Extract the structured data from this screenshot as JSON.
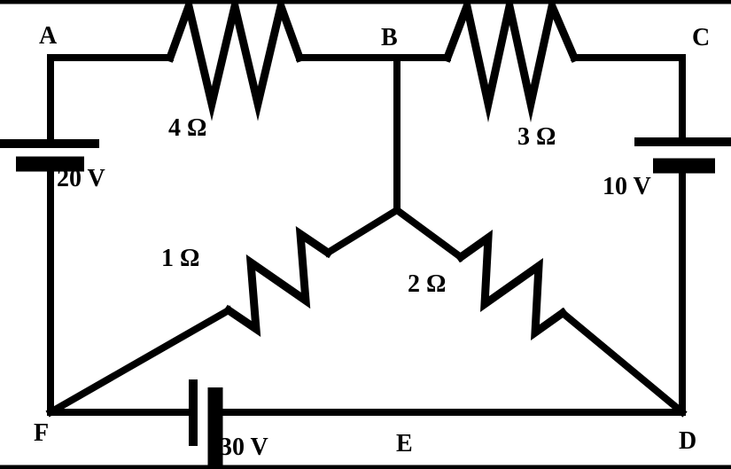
{
  "figure": {
    "kind": "circuit-diagram",
    "background_color": "#ffffff",
    "ink_color": "#000000"
  },
  "nodes": {
    "A": "A",
    "B": "B",
    "C": "C",
    "D": "D",
    "E": "E",
    "F": "F"
  },
  "components": {
    "resistor_ab": {
      "label": "4 Ω"
    },
    "resistor_bc": {
      "label": "3 Ω"
    },
    "resistor_center_f": {
      "label": "1 Ω"
    },
    "resistor_center_d": {
      "label": "2 Ω"
    },
    "battery_left": {
      "label": "20 V"
    },
    "battery_right": {
      "label": "10 V"
    },
    "battery_bottom": {
      "label": "30 V"
    }
  }
}
